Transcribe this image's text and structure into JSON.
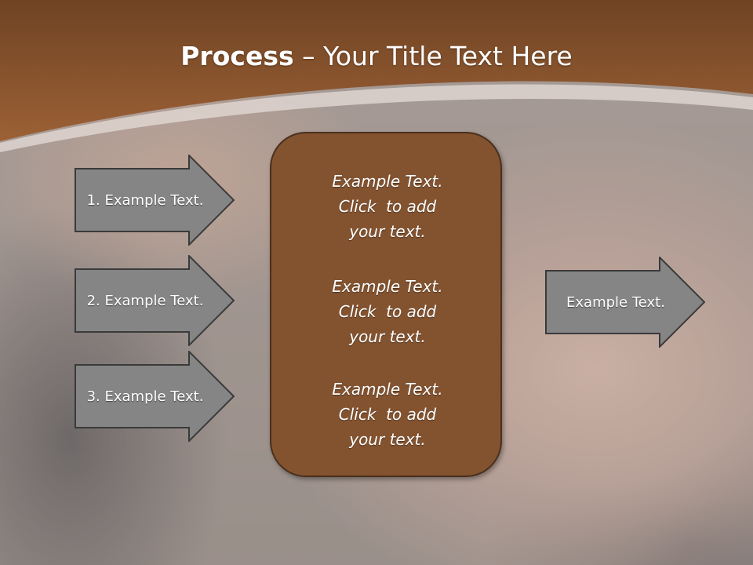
{
  "slide": {
    "title_bold": "Process",
    "title_rest": " – Your Title Text Here",
    "left_arrows": [
      {
        "label": "1. Example Text."
      },
      {
        "label": "2. Example Text."
      },
      {
        "label": "3. Example Text."
      }
    ],
    "center_blocks": [
      {
        "line1": "Example Text.",
        "line2": "Click  to add",
        "line3": "your text."
      },
      {
        "line1": "Example Text.",
        "line2": "Click  to add",
        "line3": "your text."
      },
      {
        "line1": "Example Text.",
        "line2": "Click  to add",
        "line3": "your text."
      }
    ],
    "right_arrow": {
      "label": "Example Text."
    }
  },
  "colors": {
    "header_brown": "#8a5530",
    "box_brown": "#835330",
    "arrow_gray": "#858585",
    "text_white": "#ffffff"
  }
}
